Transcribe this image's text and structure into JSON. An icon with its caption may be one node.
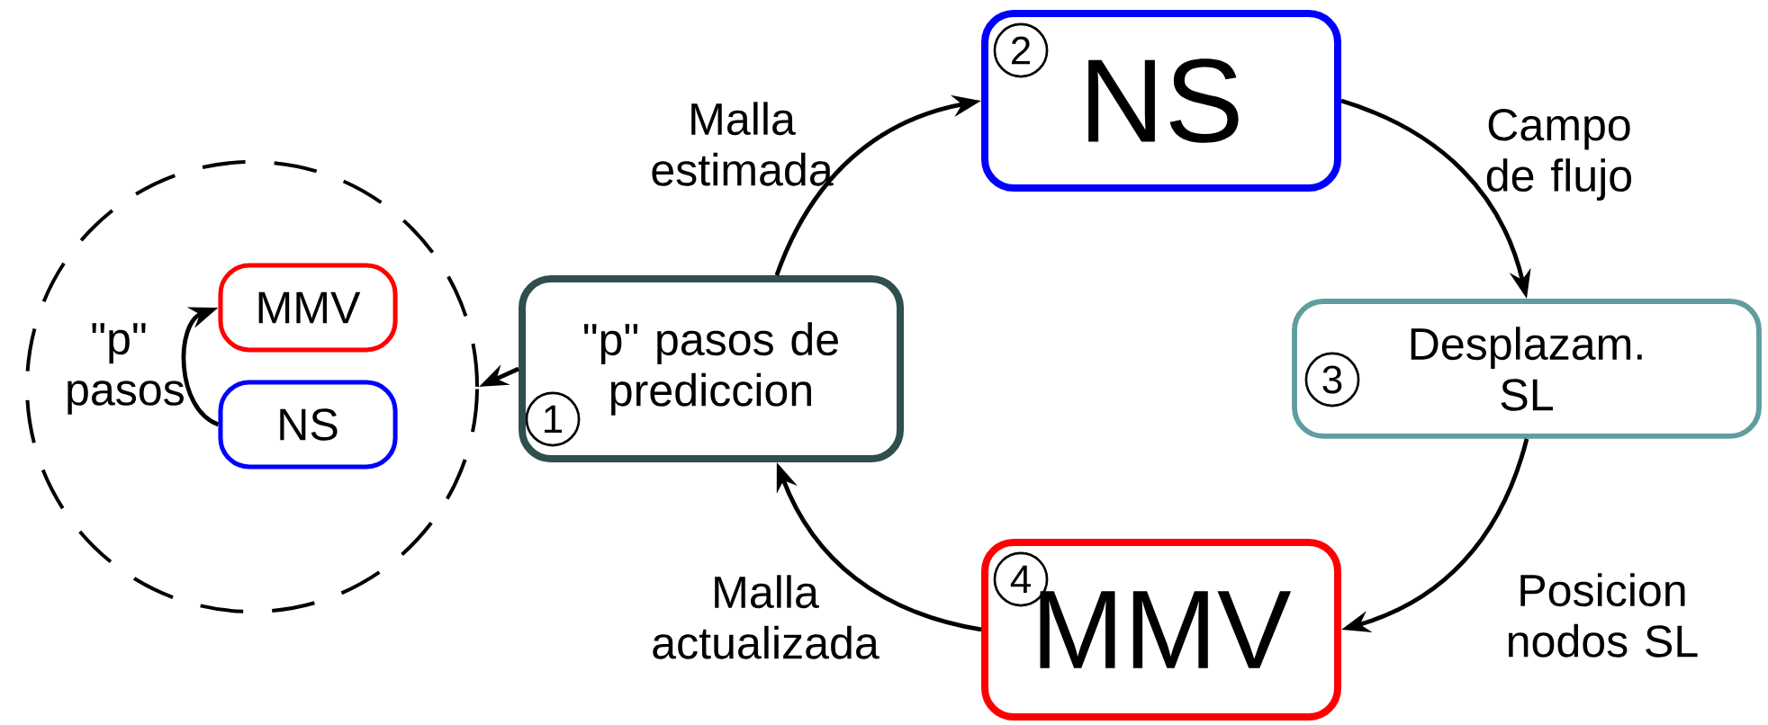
{
  "diagram": {
    "nodes": [
      {
        "text": [],
        "shape": "circle"
      },
      {
        "text": [
          "MMV"
        ],
        "in": 0
      },
      {
        "text": [
          "NS"
        ],
        "in": 0
      },
      {
        "text": [
          "1",
          "\"p\" pasos de prediccion"
        ]
      },
      {
        "text": [
          "2",
          "NS"
        ]
      },
      {
        "text": [
          "3",
          "Desplazam. SL"
        ]
      },
      {
        "text": [
          "4",
          "MMV"
        ]
      }
    ],
    "edges": [
      {
        "from": 2,
        "to": 1,
        "arrow": "to",
        "label": "\"p\" pasos"
      },
      {
        "from": 3,
        "to": 0,
        "arrow": "to"
      },
      {
        "from": 3,
        "to": 4,
        "arrow": "to",
        "label": "Malla estimada"
      },
      {
        "from": 4,
        "to": 5,
        "arrow": "to",
        "label": "Campo de flujo"
      },
      {
        "from": 5,
        "to": 6,
        "arrow": "to",
        "label": "Posicion nodos SL"
      },
      {
        "from": 6,
        "to": 3,
        "arrow": "to",
        "label": "Malla actualizada"
      }
    ]
  }
}
